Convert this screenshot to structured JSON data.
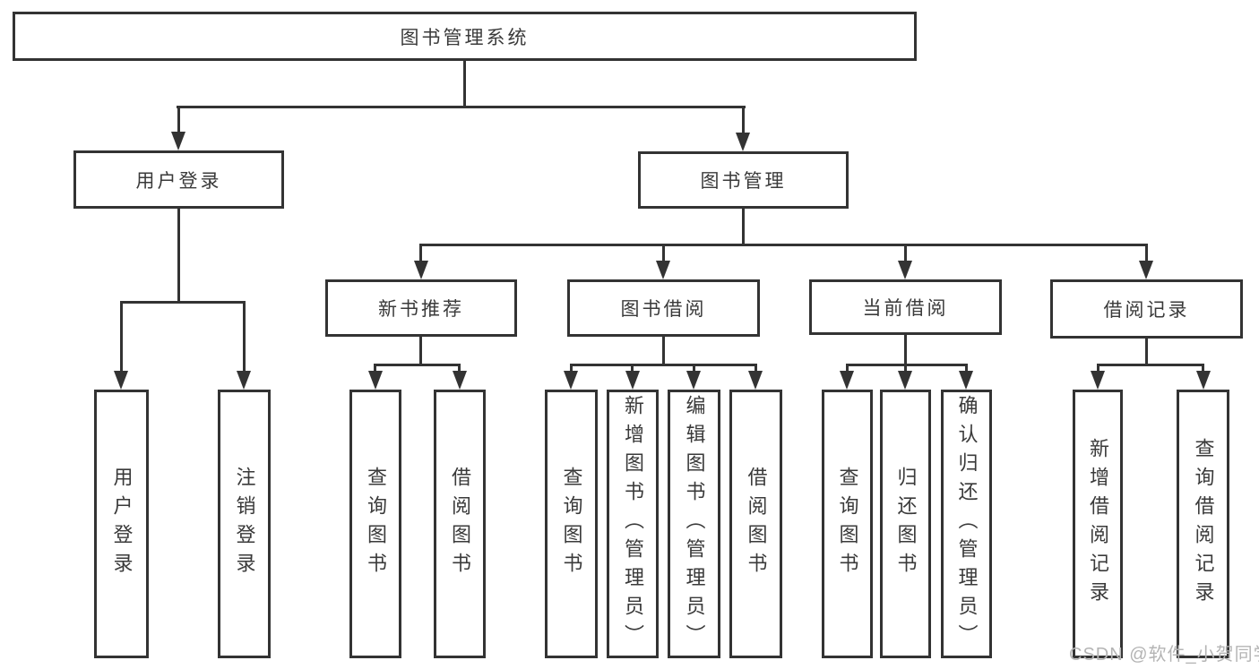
{
  "tree": {
    "label": "图书管理系统",
    "children": [
      {
        "label": "用户登录",
        "children": [
          {
            "label": "用户登录"
          },
          {
            "label": "注销登录"
          }
        ]
      },
      {
        "label": "图书管理",
        "children": [
          {
            "label": "新书推荐",
            "children": [
              {
                "label": "查询图书"
              },
              {
                "label": "借阅图书"
              }
            ]
          },
          {
            "label": "图书借阅",
            "children": [
              {
                "label": "查询图书"
              },
              {
                "label": "新增图书（管理员）"
              },
              {
                "label": "编辑图书（管理员）"
              },
              {
                "label": "借阅图书"
              }
            ]
          },
          {
            "label": "当前借阅",
            "children": [
              {
                "label": "查询图书"
              },
              {
                "label": "归还图书"
              },
              {
                "label": "确认归还（管理员）"
              }
            ]
          },
          {
            "label": "借阅记录",
            "children": [
              {
                "label": "新增借阅记录"
              },
              {
                "label": "查询借阅记录"
              }
            ]
          }
        ]
      }
    ]
  },
  "watermark": "CSDN @软件_小贺同学",
  "colors": {
    "line": "#333333",
    "box_border": "#333333",
    "box_bg": "#ffffff",
    "text": "#3a3a3a",
    "watermark": "#b4b4b4",
    "background": "#ffffff"
  }
}
